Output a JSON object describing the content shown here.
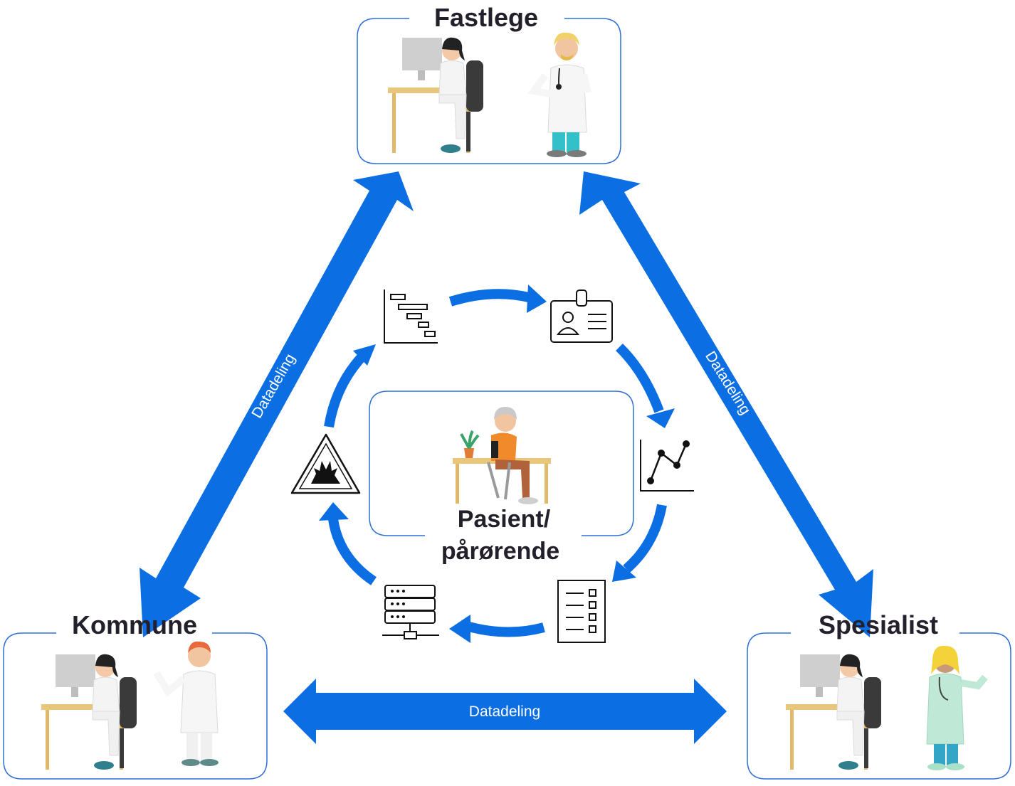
{
  "nodes": {
    "fastlege": {
      "title": "Fastlege"
    },
    "kommune": {
      "title": "Kommune"
    },
    "spesialist": {
      "title": "Spesialist"
    },
    "patient": {
      "title_line1": "Pasient/",
      "title_line2": "pårørende"
    }
  },
  "edges": {
    "left": {
      "label": "Datadeling"
    },
    "right": {
      "label": "Datadeling"
    },
    "bottom": {
      "label": "Datadeling"
    }
  },
  "cycle_icons": [
    "gantt-chart-icon",
    "id-card-icon",
    "line-chart-icon",
    "checklist-icon",
    "server-network-icon",
    "warning-hazard-icon"
  ],
  "colors": {
    "arrow": "#0b6ee3",
    "box_border": "#2f6fd6",
    "title_text": "#231f2b",
    "icon_stroke": "#111111"
  }
}
